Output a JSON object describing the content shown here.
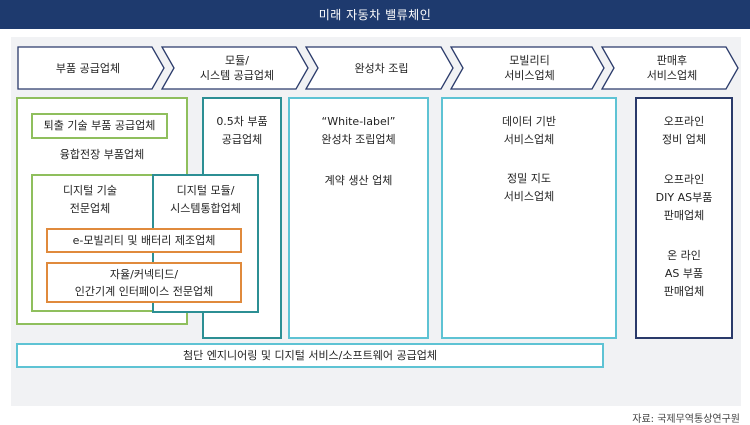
{
  "title": "미래 자동차 밸류체인",
  "stages": [
    "부품 공급업체",
    "모듈/\n시스템 공급업체",
    "완성차 조립",
    "모빌리티\n서비스업체",
    "판매후\n서비스업체"
  ],
  "col1": {
    "phaseout": "퇴출 기술 부품 공급업체",
    "convergence": "융합전장 부품업체",
    "digital_tech": "디지털 기술\n전문업체",
    "emobility": "e-모빌리티 및 배터리 제조업체",
    "autonomous": "자율/커넥티드/\n인간기계 인터페이스 전문업체"
  },
  "col2": {
    "half_tier": "0.5차 부품\n공급업체",
    "digital_module": "디지털 모듈/\n시스템통합업체"
  },
  "col3": {
    "white_label": "“White-label”\n완성차 조립업체",
    "contract": "계약 생산 업체"
  },
  "col4": {
    "data_service": "데이터 기반\n서비스업체",
    "precision_map": "정밀 지도\n서비스업체"
  },
  "col5": {
    "offline_maint": "오프라인\n정비 업체",
    "offline_diy": "오프라인\nDIY AS부품\n판매업체",
    "online_as": "온 라인\nAS 부품\n판매업체"
  },
  "bottom_band": "첨단 엔지니어링 및 디지털 서비스/소프트웨어 공급업체",
  "source": "자료: 국제무역통상연구원",
  "colors": {
    "title_bg": "#1e3a6e",
    "frame_bg": "#f1f2f4",
    "green": "#8fbf5d",
    "teal": "#2c8f94",
    "orange": "#e08a3c",
    "light_blue": "#5ec3d4",
    "navy_border": "#2a3a6a"
  }
}
